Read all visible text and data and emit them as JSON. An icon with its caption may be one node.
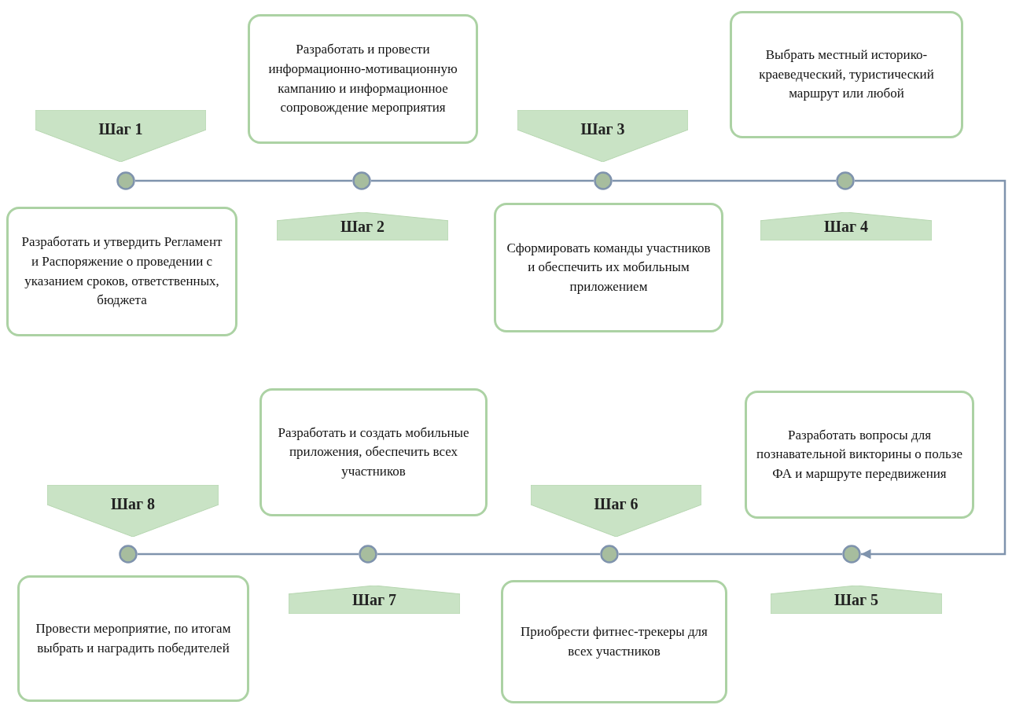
{
  "diagram": {
    "nodes": [
      {
        "text": [
          "Шаг 1"
        ]
      },
      {
        "text": [
          "Разработать и утвердить Регламент и Распоряжение о проведении с указанием сроков, ответственных, бюджета"
        ]
      },
      {
        "text": [
          "Шаг 2"
        ]
      },
      {
        "text": [
          "Разработать и провести информационно-мотивационную кампанию и информационное сопровождение мероприятия"
        ]
      },
      {
        "text": [
          "Шаг 3"
        ]
      },
      {
        "text": [
          "Сформировать команды участников и обеспечить их мобильным приложением"
        ]
      },
      {
        "text": [
          "Шаг 4"
        ]
      },
      {
        "text": [
          "Выбрать местный историко-краеведческий, туристический маршрут или любой"
        ]
      },
      {
        "text": [
          "Шаг 5"
        ]
      },
      {
        "text": [
          "Разработать вопросы для познавательной викторины о пользе ФА и маршруте передвижения"
        ]
      },
      {
        "text": [
          "Шаг 6"
        ]
      },
      {
        "text": [
          "Приобрести фитнес-трекеры для всех участников"
        ]
      },
      {
        "text": [
          "Шаг 7"
        ]
      },
      {
        "text": [
          "Разработать и создать мобильные приложения, обеспечить всех участников"
        ]
      },
      {
        "text": [
          "Шаг 8"
        ]
      },
      {
        "text": [
          "Провести мероприятие, по итогам выбрать и наградить победителей"
        ]
      },
      {
        "text": [],
        "shape": "circle"
      },
      {
        "text": [],
        "shape": "circle"
      },
      {
        "text": [],
        "shape": "circle"
      },
      {
        "text": [],
        "shape": "circle"
      },
      {
        "text": [],
        "shape": "circle"
      },
      {
        "text": [],
        "shape": "circle"
      },
      {
        "text": [],
        "shape": "circle"
      },
      {
        "text": [],
        "shape": "circle"
      }
    ],
    "edges": [
      {
        "from": 16,
        "to": 17,
        "arrow": "none"
      },
      {
        "from": 17,
        "to": 18,
        "arrow": "none"
      },
      {
        "from": 18,
        "to": 19,
        "arrow": "none"
      },
      {
        "from": 19,
        "to": 23,
        "arrow": "to"
      },
      {
        "from": 23,
        "to": 22,
        "arrow": "none"
      },
      {
        "from": 22,
        "to": 21,
        "arrow": "none"
      },
      {
        "from": 21,
        "to": 20,
        "arrow": "none"
      }
    ]
  }
}
